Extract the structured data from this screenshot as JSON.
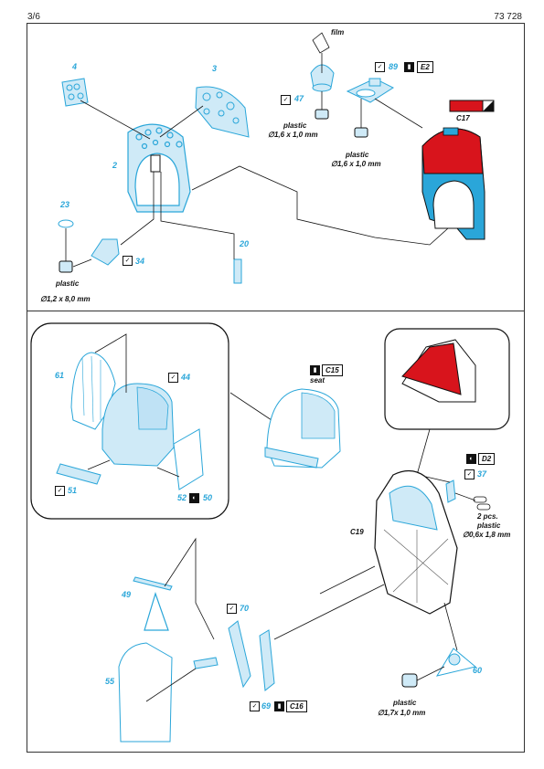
{
  "header": {
    "page_number": "3/6",
    "product_code": "73 728"
  },
  "parts": {
    "p2": "2",
    "p3": "3",
    "p4": "4",
    "p20": "20",
    "p23": "23",
    "p34": "34",
    "p37": "37",
    "p44": "44",
    "p47": "47",
    "p49": "49",
    "p50": "50",
    "p51": "51",
    "p52": "52",
    "p55": "55",
    "p60": "60",
    "p61": "61",
    "p69": "69",
    "p70": "70",
    "p89": "89"
  },
  "labels": {
    "film": "film",
    "plastic_a_1": "plastic",
    "plastic_a_2": "∅1,6 x 1,0 mm",
    "plastic_b_1": "plastic",
    "plastic_b_2": "∅1,6 x 1,0 mm",
    "plastic_c_1": "plastic",
    "plastic_c_2": "∅1,2 x 8,0 mm",
    "seat": "seat",
    "c19": "C19",
    "pcs_1": "2 pcs.",
    "pcs_2": "plastic",
    "pcs_3": "∅0,6x 1,8 mm",
    "plastic_d_1": "plastic",
    "plastic_d_2": "∅1,7x 1,0 mm",
    "c17": "C17"
  },
  "boxes": {
    "e2": "E2",
    "c15": "C15",
    "d2": "D2",
    "c16": "C16"
  },
  "colors": {
    "part_blue": "#2aa6d9",
    "fill_blue": "#cfeaf7",
    "red": "#d8141c",
    "ink": "#111111"
  },
  "icons": [
    "bend-icon",
    "fold-icon",
    "remove-icon",
    "rotate-icon"
  ]
}
